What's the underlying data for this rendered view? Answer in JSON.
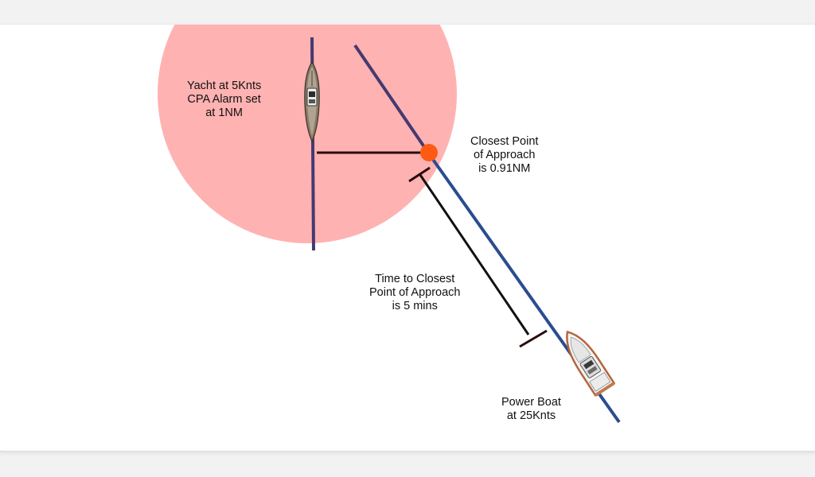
{
  "colors": {
    "alarm_zone": "#ffb2b2",
    "track": "#2a4d8f",
    "yacht_track": "#443a70",
    "cpa_marker": "#ff5a14",
    "measure_line": "#2a0a0a"
  },
  "labels": {
    "yacht": [
      "Yacht at 5Knts",
      "CPA Alarm set",
      "at 1NM"
    ],
    "cpa": [
      "Closest Point",
      "of Approach",
      "is 0.91NM"
    ],
    "tcpa": [
      "Time to Closest",
      "Point of Approach",
      "is 5 mins"
    ],
    "power_boat": [
      "Power Boat",
      "at 25Knts"
    ]
  },
  "icons": {
    "yacht": "sailing-yacht-icon",
    "power_boat": "power-boat-icon",
    "cpa": "cpa-point-marker"
  }
}
